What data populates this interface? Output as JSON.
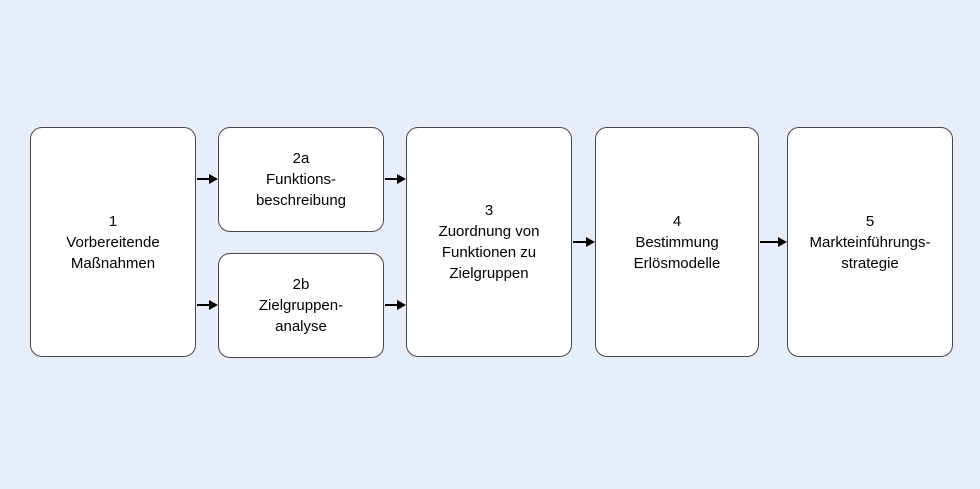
{
  "colors": {
    "background": "#e8eef9",
    "box_fill": "#ffffff",
    "box_border": "#474747",
    "arrow": "#000000",
    "text": "#000000"
  },
  "boxes": [
    {
      "id": "1",
      "label": "1\nVorbereitende\nMaßnahmen"
    },
    {
      "id": "2a",
      "label": "2a\nFunktions-\nbeschreibung"
    },
    {
      "id": "2b",
      "label": "2b\nZielgruppen-\nanalyse"
    },
    {
      "id": "3",
      "label": "3\nZuordnung von\nFunktionen zu\nZielgruppen"
    },
    {
      "id": "4",
      "label": "4\nBestimmung\nErlösmodelle"
    },
    {
      "id": "5",
      "label": "5\nMarkteinführungs-\nstrategie"
    }
  ],
  "connections": [
    {
      "from": "1",
      "to": "2a"
    },
    {
      "from": "1",
      "to": "2b"
    },
    {
      "from": "2a",
      "to": "3"
    },
    {
      "from": "2b",
      "to": "3"
    },
    {
      "from": "3",
      "to": "4"
    },
    {
      "from": "4",
      "to": "5"
    }
  ]
}
